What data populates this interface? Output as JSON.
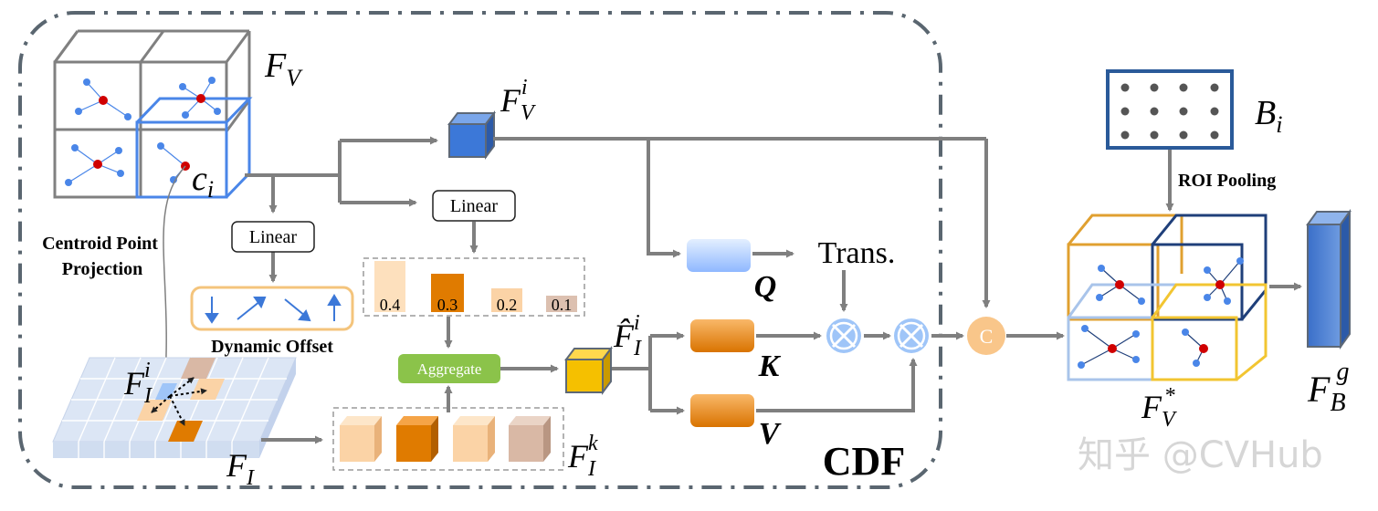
{
  "labels": {
    "fv": "F",
    "fv_sub": "V",
    "fvi": "F",
    "fvi_sub": "V",
    "fvi_sup": "i",
    "ci": "c",
    "ci_sub": "i",
    "centroid_1": "Centroid Point",
    "centroid_2": "Projection",
    "linear_left": "Linear",
    "linear_mid": "Linear",
    "dynamic_offset": "Dynamic Offset",
    "fii": "F",
    "fii_sub": "I",
    "fii_sup": "i",
    "fi": "F",
    "fi_sub": "I",
    "fik": "F",
    "fik_sub": "I",
    "fik_sup": "k",
    "aggregate": "Aggregate",
    "fhat": "F̂",
    "fhat_sub": "I",
    "fhat_sup": "i",
    "q": "Q",
    "k": "K",
    "v": "V",
    "trans": "Trans.",
    "concat": "C",
    "cdf": "CDF",
    "bi": "B",
    "bi_sub": "i",
    "roi": "ROI Pooling",
    "fvstar": "F",
    "fvstar_sub": "V",
    "fvstar_sup": "*",
    "fbg": "F",
    "fbg_sub": "B",
    "fbg_sup": "g",
    "watermark": "知乎 @CVHub"
  },
  "weights": [
    "0.4",
    "0.3",
    "0.2",
    "0.1"
  ],
  "colors": {
    "arrow": "#7f7f7f",
    "blue_cube": "#3c78d8",
    "orange_dark": "#e07b00",
    "orange_light": "#fbd3a6",
    "tan": "#d9b8a5",
    "aggregate_green": "#8bc34a",
    "mult_blue": "#9fc5f8",
    "concat_orange": "#f9c68a",
    "bi_border": "#2a5a99",
    "fbg_blue": "#4a7fd4"
  }
}
